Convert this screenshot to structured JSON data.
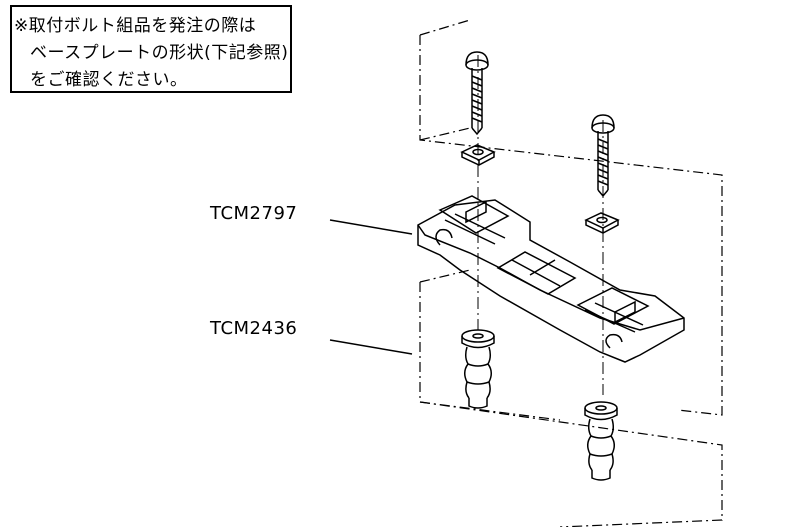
{
  "note": {
    "line1": "※取付ボルト組品を発注の際は",
    "line2": "ベースプレートの形状(下記参照)",
    "line3": "をご確認ください。"
  },
  "parts": {
    "upper_part_number": "TCM2797",
    "lower_part_number": "TCM2436"
  }
}
